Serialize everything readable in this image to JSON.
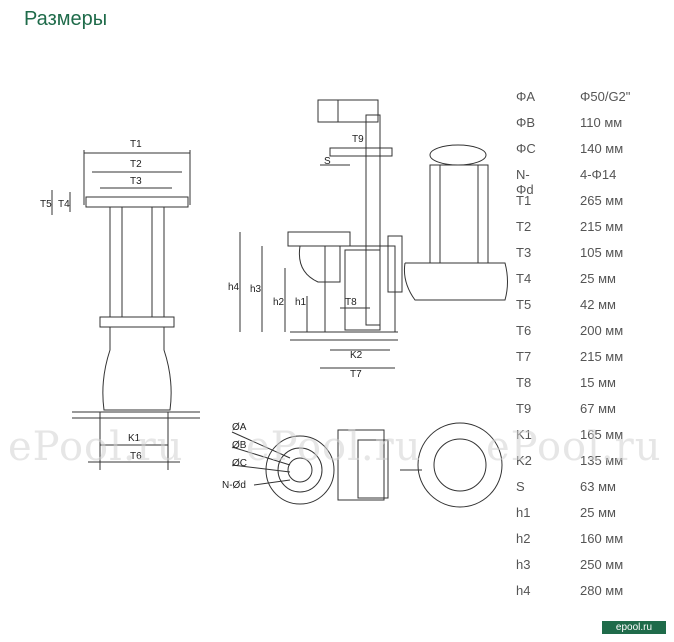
{
  "title": "Размеры",
  "specs": [
    {
      "key": "ΦA",
      "value": "Φ50/G2\""
    },
    {
      "key": "ΦB",
      "value": "110 мм"
    },
    {
      "key": "ΦC",
      "value": "140 мм"
    },
    {
      "key": "N-Φd",
      "value": "4-Φ14"
    },
    {
      "key": "T1",
      "value": "265 мм"
    },
    {
      "key": "T2",
      "value": "215 мм"
    },
    {
      "key": "T3",
      "value": "105 мм"
    },
    {
      "key": "T4",
      "value": "25 мм"
    },
    {
      "key": "T5",
      "value": "42 мм"
    },
    {
      "key": "T6",
      "value": "200 мм"
    },
    {
      "key": "T7",
      "value": "215 мм"
    },
    {
      "key": "T8",
      "value": "15 мм"
    },
    {
      "key": "T9",
      "value": "67 мм"
    },
    {
      "key": "K1",
      "value": "165 мм"
    },
    {
      "key": "K2",
      "value": "135 мм"
    },
    {
      "key": "S",
      "value": "63 мм"
    },
    {
      "key": "h1",
      "value": "25 мм"
    },
    {
      "key": "h2",
      "value": "160 мм"
    },
    {
      "key": "h3",
      "value": "250 мм"
    },
    {
      "key": "h4",
      "value": "280 мм"
    }
  ],
  "drawing_labels": {
    "T1": "T1",
    "T2": "T2",
    "T3": "T3",
    "T4": "T4",
    "T5": "T5",
    "T6": "T6",
    "T7": "T7",
    "T8": "T8",
    "T9": "T9",
    "K1": "K1",
    "K2": "K2",
    "S": "S",
    "h1": "h1",
    "h2": "h2",
    "h3": "h3",
    "h4": "h4",
    "A": "ØA",
    "B": "ØB",
    "C": "ØC",
    "Nd": "N-Ød"
  },
  "watermark": "ePool.ru",
  "brand": "epool.ru"
}
